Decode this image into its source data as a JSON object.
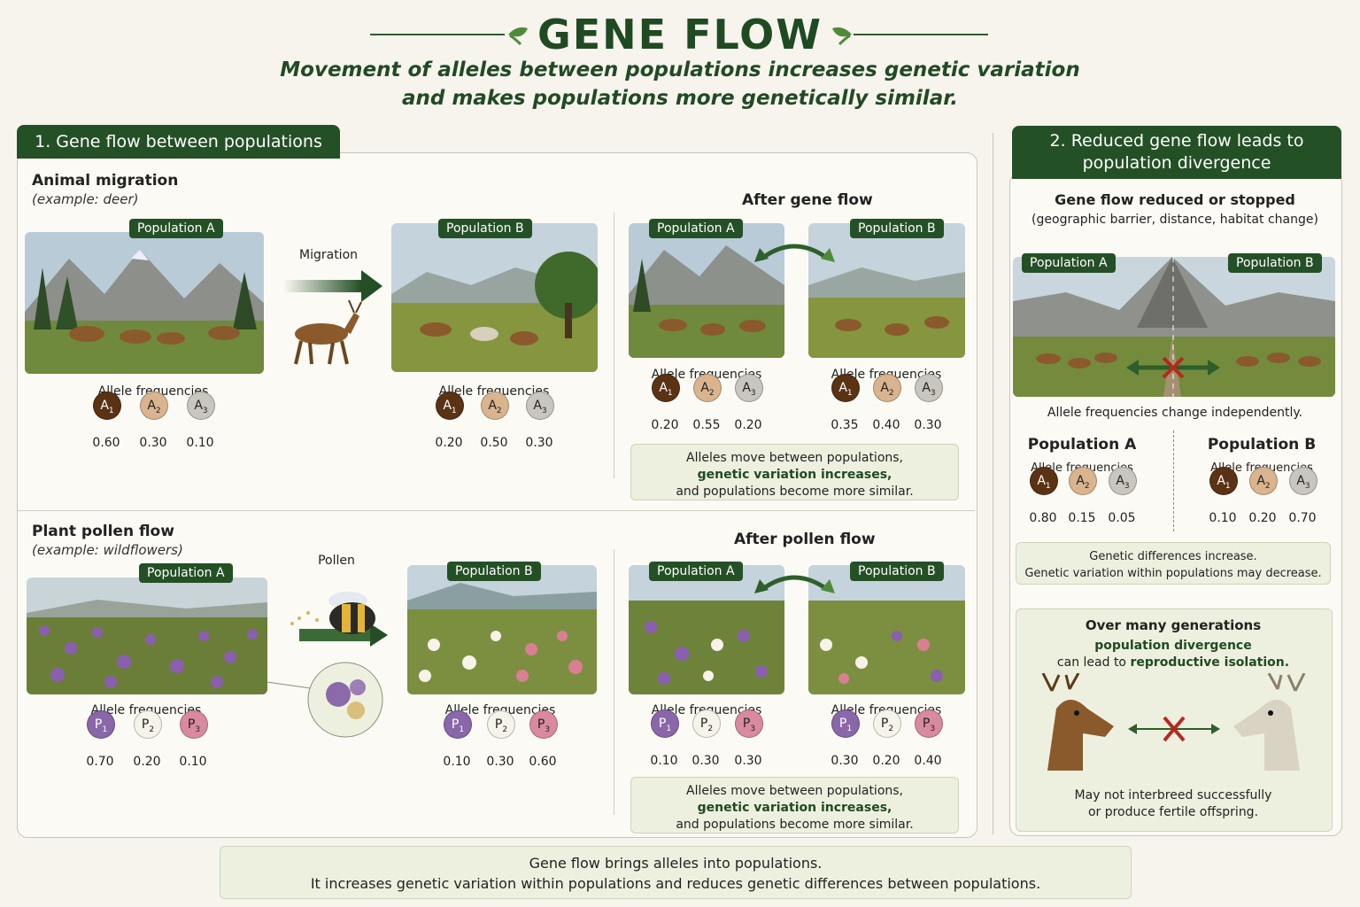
{
  "header": {
    "title": "GENE FLOW",
    "subtitle_line1": "Movement of alleles between populations increases genetic variation",
    "subtitle_line2": "and makes populations more genetically similar."
  },
  "section1": {
    "tab": "1. Gene flow between populations",
    "animal": {
      "heading": "Animal migration",
      "example": "(example: deer)",
      "arrow_label": "Migration",
      "after_heading": "After gene flow",
      "pop_a": "Population A",
      "pop_b": "Population B",
      "freq_label": "Allele frequencies",
      "before_a": [
        {
          "sym": "A1",
          "val": "0.60"
        },
        {
          "sym": "A2",
          "val": "0.30"
        },
        {
          "sym": "A3",
          "val": "0.10"
        }
      ],
      "before_b": [
        {
          "sym": "A1",
          "val": "0.20"
        },
        {
          "sym": "A2",
          "val": "0.50"
        },
        {
          "sym": "A3",
          "val": "0.30"
        }
      ],
      "after_a": [
        {
          "sym": "A1",
          "val": "0.20"
        },
        {
          "sym": "A2",
          "val": "0.55"
        },
        {
          "sym": "A3",
          "val": "0.20"
        }
      ],
      "after_b": [
        {
          "sym": "A1",
          "val": "0.35"
        },
        {
          "sym": "A2",
          "val": "0.40"
        },
        {
          "sym": "A3",
          "val": "0.30"
        }
      ],
      "note_l1": "Alleles move between populations,",
      "note_l2": "genetic variation increases,",
      "note_l3": "and populations become more similar."
    },
    "plant": {
      "heading": "Plant pollen flow",
      "example": "(example: wildflowers)",
      "arrow_label": "Pollen",
      "after_heading": "After pollen flow",
      "pop_a": "Population A",
      "pop_b": "Population B",
      "freq_label": "Allele frequencies",
      "before_a": [
        {
          "sym": "P1",
          "val": "0.70"
        },
        {
          "sym": "P2",
          "val": "0.20"
        },
        {
          "sym": "P3",
          "val": "0.10"
        }
      ],
      "before_b": [
        {
          "sym": "P1",
          "val": "0.10"
        },
        {
          "sym": "P2",
          "val": "0.30"
        },
        {
          "sym": "P3",
          "val": "0.60"
        }
      ],
      "after_a": [
        {
          "sym": "P1",
          "val": "0.10"
        },
        {
          "sym": "P2",
          "val": "0.30"
        },
        {
          "sym": "P3",
          "val": "0.30"
        }
      ],
      "after_b": [
        {
          "sym": "P1",
          "val": "0.30"
        },
        {
          "sym": "P2",
          "val": "0.20"
        },
        {
          "sym": "P3",
          "val": "0.40"
        }
      ],
      "note_l1": "Alleles move between populations,",
      "note_l2": "genetic variation increases,",
      "note_l3": "and populations become more similar."
    }
  },
  "section2": {
    "tab_l1": "2. Reduced gene flow leads to",
    "tab_l2": "population divergence",
    "heading": "Gene flow reduced or stopped",
    "subheading": "(geographic barrier, distance, habitat change)",
    "pop_a": "Population A",
    "pop_b": "Population B",
    "change_text": "Allele frequencies change independently.",
    "freq_label": "Allele frequencies",
    "freq_a": [
      {
        "sym": "A1",
        "val": "0.80"
      },
      {
        "sym": "A2",
        "val": "0.15"
      },
      {
        "sym": "A3",
        "val": "0.05"
      }
    ],
    "freq_b": [
      {
        "sym": "A1",
        "val": "0.10"
      },
      {
        "sym": "A2",
        "val": "0.20"
      },
      {
        "sym": "A3",
        "val": "0.70"
      }
    ],
    "note_l1": "Genetic differences increase.",
    "note_l2": "Genetic variation within populations may decrease.",
    "gen_heading": "Over many generations",
    "gen_l1": "population divergence",
    "gen_l2_pre": "can lead to ",
    "gen_l2_bold": "reproductive isolation.",
    "gen_foot1": "May not interbreed successfully",
    "gen_foot2": "or produce fertile offspring."
  },
  "footer": {
    "line1": "Gene flow brings alleles into populations.",
    "line2": "It increases genetic variation within populations and reduces genetic differences between populations."
  },
  "colors": {
    "brand_green": "#245026",
    "allele_1": "#5a3214",
    "allele_2": "#d9b48e",
    "allele_3": "#c9c6bf",
    "pollen_1": "#8a67a8",
    "pollen_2": "#f6f3ea",
    "pollen_3": "#d98aa0"
  }
}
